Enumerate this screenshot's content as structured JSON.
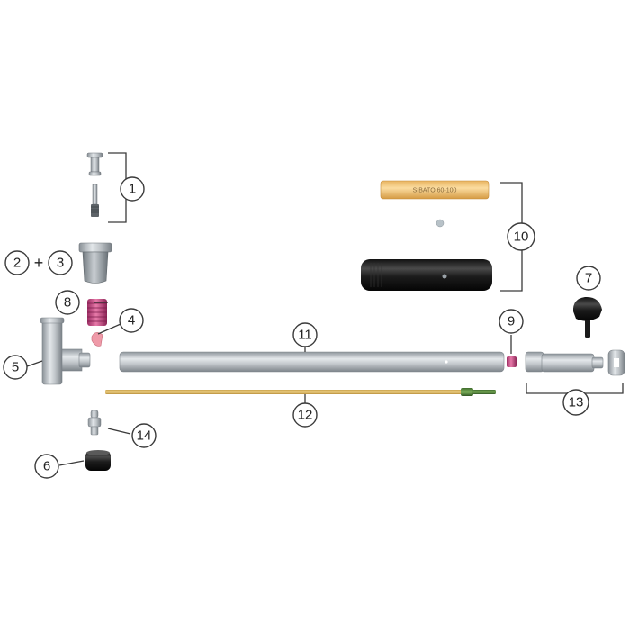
{
  "callouts": {
    "c1": "1",
    "c2": "2",
    "plus": "+",
    "c3": "3",
    "c4": "4",
    "c5": "5",
    "c6": "6",
    "c7": "7",
    "c8": "8",
    "c9": "9",
    "c10": "10",
    "c11": "11",
    "c12": "12",
    "c13": "13",
    "c14": "14"
  },
  "tube_label": "SIBATO 60-100"
}
